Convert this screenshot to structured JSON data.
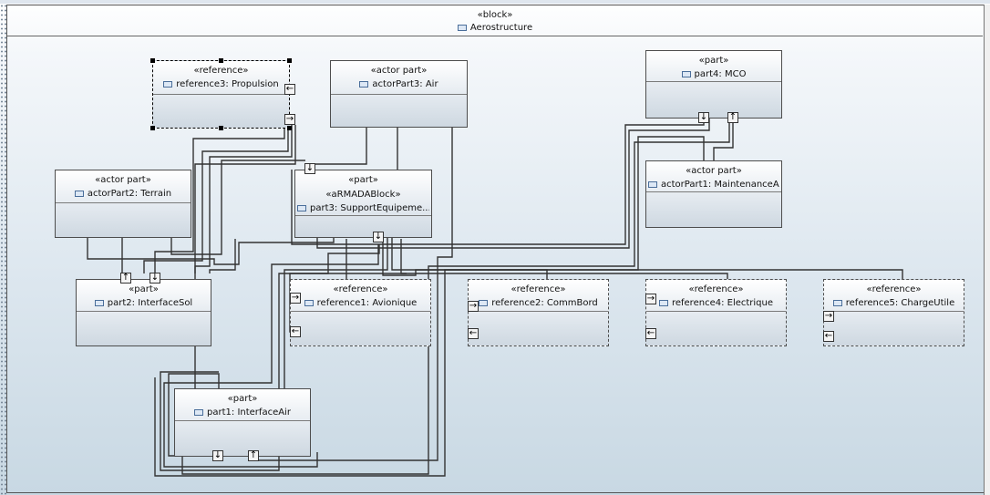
{
  "diagram": {
    "header": {
      "stereotype": "«block»",
      "name": "Aerostructure"
    },
    "blocks": [
      {
        "id": "b_propulsion",
        "stereotype": "«reference»",
        "name": "reference3: Propulsion"
      },
      {
        "id": "b_air",
        "stereotype": "«actor part»",
        "name": "actorPart3: Air"
      },
      {
        "id": "b_mco",
        "stereotype": "«part»",
        "name": "part4: MCO"
      },
      {
        "id": "b_terrain",
        "stereotype": "«actor part»",
        "name": "actorPart2: Terrain"
      },
      {
        "id": "b_support",
        "stereotype": "«part»",
        "stereotype2": "«aRMADABlock»",
        "name": "part3: SupportEquipeme..."
      },
      {
        "id": "b_maint",
        "stereotype": "«actor part»",
        "name": "actorPart1: MaintenanceA..."
      },
      {
        "id": "b_interfacesol",
        "stereotype": "«part»",
        "name": "part2: InterfaceSol"
      },
      {
        "id": "b_avionique",
        "stereotype": "«reference»",
        "name": "reference1: Avionique"
      },
      {
        "id": "b_commbord",
        "stereotype": "«reference»",
        "name": "reference2: CommBord"
      },
      {
        "id": "b_electrique",
        "stereotype": "«reference»",
        "name": "reference4: Electrique"
      },
      {
        "id": "b_chargeutile",
        "stereotype": "«reference»",
        "name": "reference5: ChargeUtile"
      },
      {
        "id": "b_interfaceair",
        "stereotype": "«part»",
        "name": "part1: InterfaceAir"
      }
    ],
    "ports": {
      "left_arrow": "←",
      "right_arrow": "→",
      "down_arrow": "↓",
      "up_arrow": "↑"
    },
    "icons": {
      "block_icon": "part-icon"
    },
    "colors": {
      "line": "#333333",
      "frame": "#555555",
      "block_fill_bottom": "#ced8e1"
    }
  }
}
